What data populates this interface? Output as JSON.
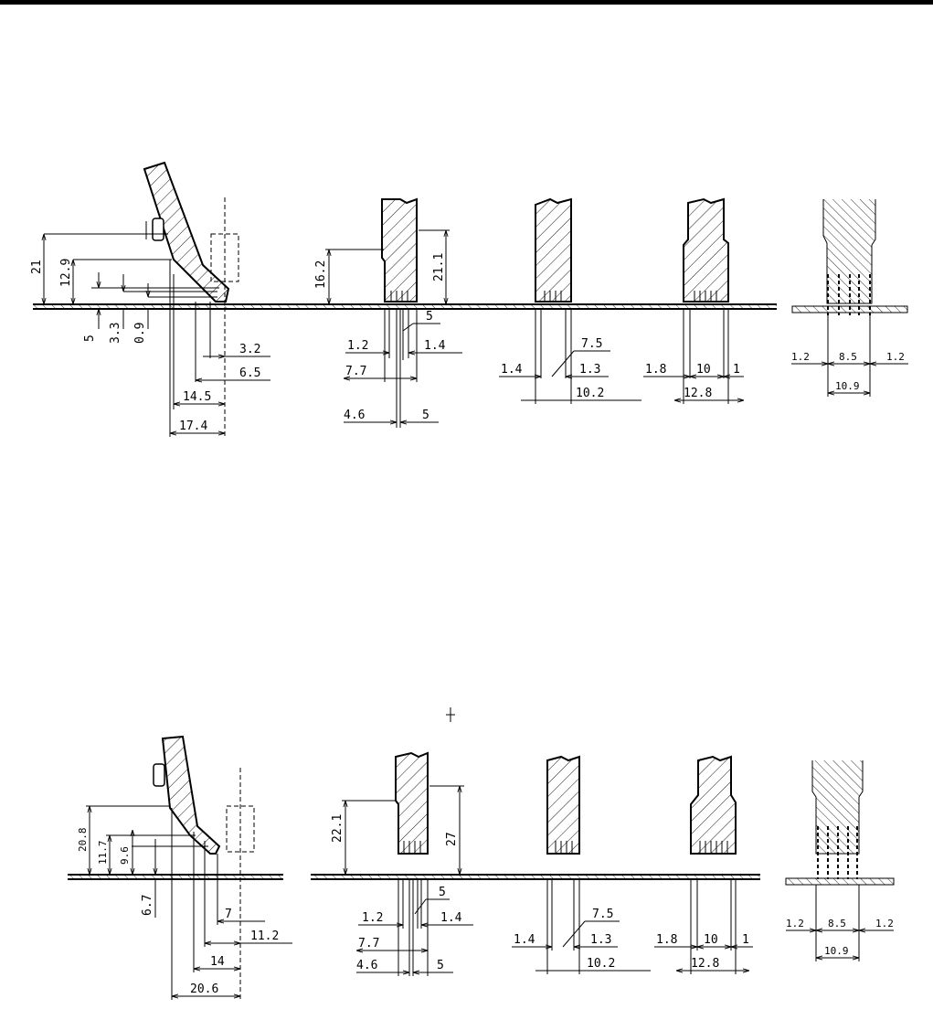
{
  "upper": {
    "side_view": {
      "d21": "21",
      "d12_9": "12.9",
      "d5": "5",
      "d3_3": "3.3",
      "d0_9": "0.9",
      "d3_2": "3.2",
      "d6_5": "6.5",
      "d14_5": "14.5",
      "d17_4": "17.4"
    },
    "front_a": {
      "d16_2": "16.2",
      "d21_1": "21.1",
      "d5a": "5",
      "d1_2": "1.2",
      "d1_4": "1.4",
      "d7_7": "7.7",
      "d4_6": "4.6",
      "d5b": "5"
    },
    "front_b": {
      "d7_5": "7.5",
      "d1_4": "1.4",
      "d1_3": "1.3",
      "d10_2": "10.2"
    },
    "front_c": {
      "d1_8": "1.8",
      "d10": "10",
      "d1": "1",
      "d12_8": "12.8"
    },
    "front_d": {
      "d1_2a": "1.2",
      "d8_5": "8.5",
      "d1_2b": "1.2",
      "d10_9": "10.9"
    }
  },
  "lower": {
    "side_view": {
      "d20_8": "20.8",
      "d11_7": "11.7",
      "d9_6": "9.6",
      "d6_7": "6.7",
      "d7": "7",
      "d11_2": "11.2",
      "d14": "14",
      "d20_6": "20.6"
    },
    "front_a": {
      "d22_1": "22.1",
      "d27": "27",
      "d5a": "5",
      "d1_2": "1.2",
      "d1_4": "1.4",
      "d7_7": "7.7",
      "d4_6": "4.6",
      "d5b": "5"
    },
    "front_b": {
      "d7_5": "7.5",
      "d1_4": "1.4",
      "d1_3": "1.3",
      "d10_2": "10.2"
    },
    "front_c": {
      "d1_8": "1.8",
      "d10": "10",
      "d1": "1",
      "d12_8": "12.8"
    },
    "front_d": {
      "d1_2a": "1.2",
      "d8_5": "8.5",
      "d1_2b": "1.2",
      "d10_9": "10.9"
    }
  }
}
